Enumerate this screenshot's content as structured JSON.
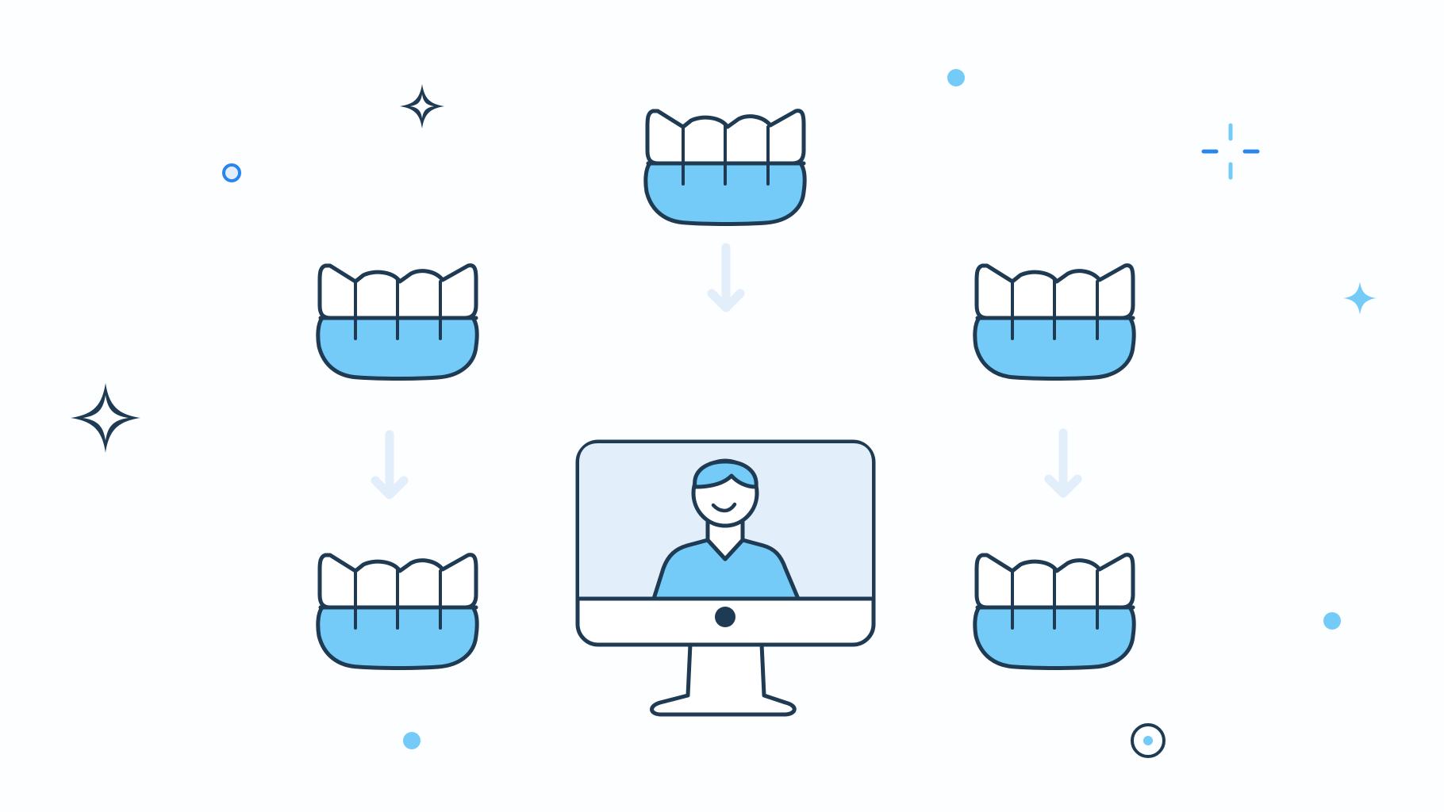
{
  "illustration": {
    "title": "Clear aligner treatment stages with remote dentist monitoring",
    "colors": {
      "background": "#fdfeff",
      "outline": "#1f3b53",
      "aligner_fill": "#74cbf7",
      "tooth_fill": "#ffffff",
      "screen_fill": "#e2eefa",
      "arrow": "#e2eefa",
      "accent_blue": "#2a86ea",
      "accent_light": "#74cbf7"
    },
    "aligners": [
      {
        "id": "stage-top",
        "label": "Aligner stage (top)"
      },
      {
        "id": "stage-left-upper",
        "label": "Aligner stage (left upper)"
      },
      {
        "id": "stage-left-lower",
        "label": "Aligner stage (left lower)"
      },
      {
        "id": "stage-right-upper",
        "label": "Aligner stage (right upper)"
      },
      {
        "id": "stage-right-lower",
        "label": "Aligner stage (right lower)"
      }
    ],
    "monitor": {
      "label": "Computer monitor showing a smiling dentist on video call"
    },
    "arrows": [
      {
        "label": "Arrow down from top aligner to monitor"
      },
      {
        "label": "Arrow down between left aligners"
      },
      {
        "label": "Arrow down between right aligners"
      }
    ],
    "decorations": [
      "large dark sparkle",
      "small dark sparkle",
      "light blue sparkle",
      "plus sparkle",
      "blue ring dot",
      "light blue dots",
      "target circle"
    ]
  }
}
